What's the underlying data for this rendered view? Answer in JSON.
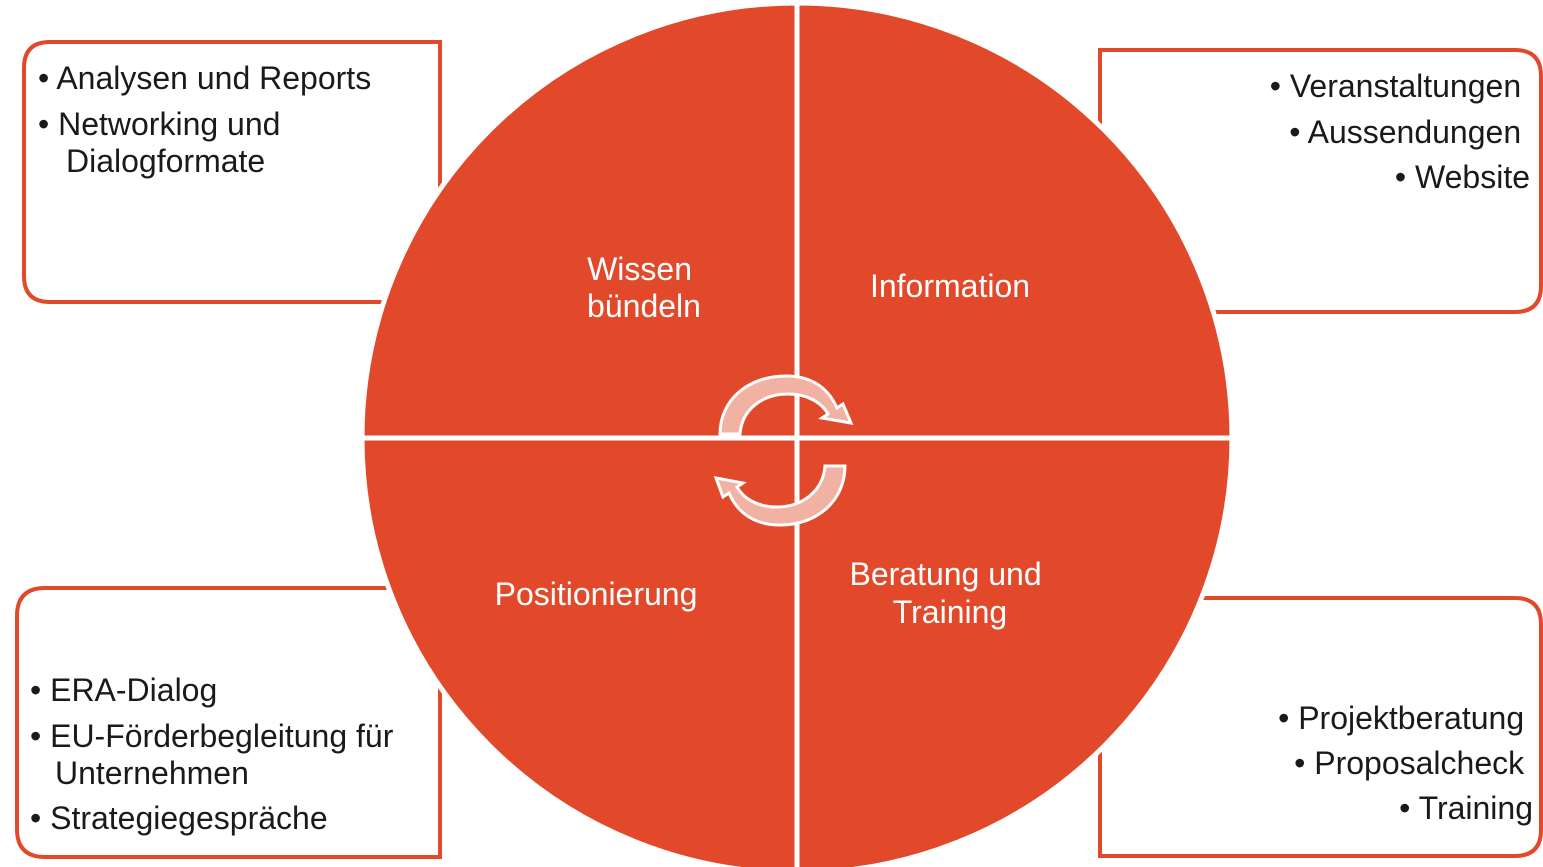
{
  "colors": {
    "accent": "#e2492a",
    "arrow": "#f1b1a3",
    "text": "#1a1a1a",
    "background": "#ffffff"
  },
  "quadrants": {
    "top_left": {
      "lines": [
        "Wissen",
        "bündeln"
      ]
    },
    "top_right": {
      "lines": [
        "Information"
      ]
    },
    "bottom_left": {
      "lines": [
        "Positionierung"
      ]
    },
    "bottom_right": {
      "lines": [
        "Beratung und",
        "Training"
      ]
    }
  },
  "boxes": {
    "top_left": {
      "lines": [
        "• Analysen und Reports",
        "• Networking und",
        "Dialogformate"
      ]
    },
    "top_right": {
      "lines": [
        "• Veranstaltungen",
        "• Aussendungen",
        "• Website"
      ]
    },
    "bottom_left": {
      "lines": [
        "• ERA-Dialog",
        "• EU-Förderbegleitung für",
        "Unternehmen",
        "• Strategiegespräche"
      ]
    },
    "bottom_right": {
      "lines": [
        "• Projektberatung",
        "• Proposalcheck",
        "• Training"
      ]
    }
  },
  "icons": {
    "top_arrow": "cycle-arrow-clockwise-icon",
    "bottom_arrow": "cycle-arrow-counterclockwise-icon"
  }
}
